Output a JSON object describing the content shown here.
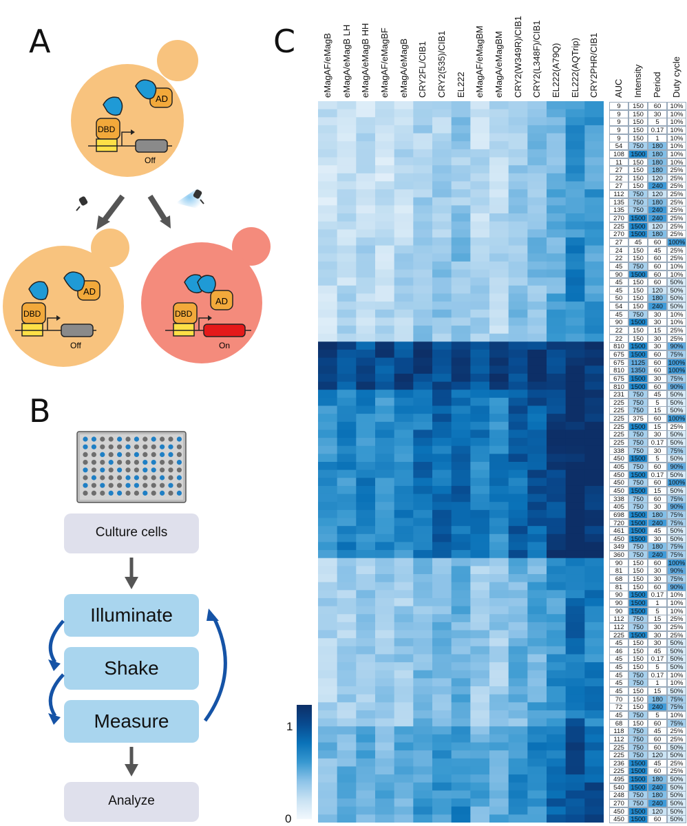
{
  "panels": {
    "a": "A",
    "b": "B",
    "c": "C"
  },
  "panel_a": {
    "ad_label": "AD",
    "dbd_label": "DBD",
    "off_label": "Off",
    "on_label": "On",
    "colors": {
      "yeast": "#f8c37e",
      "yeast_active": "#f48b7c",
      "protein": "#f2a93b",
      "light_domain": "#1f9ad6",
      "promoter": "#fde047",
      "gene_off": "#8a8a8a",
      "gene_on": "#e41a1a"
    }
  },
  "panel_b": {
    "steps": {
      "culture": "Culture cells",
      "illuminate": "Illuminate",
      "shake": "Shake",
      "measure": "Measure",
      "analyze": "Analyze"
    },
    "colors": {
      "grey_box": "#dfe0ec",
      "blue_box": "#a9d5ee",
      "arrow": "#1553a6"
    }
  },
  "panel_c": {
    "columns": [
      "eMagAF/eMagB",
      "eMagA/eMagB LH",
      "eMagA/eMagB HH",
      "eMagAF/eMagBF",
      "eMagA/eMagB",
      "CRY2FL/CIB1",
      "CRY2(535)/CIB1",
      "EL222",
      "eMagAF/eMagBM",
      "eMagA/eMagBM",
      "CRY2(W349R)/CIB1",
      "CRY2(L348F)/CIB1",
      "EL222(A79Q)",
      "EL222(AQTrip)",
      "CRY2PHR/CIB1"
    ],
    "param_headers": [
      "AUC",
      "Intensity",
      "Period",
      "Duty cycle"
    ],
    "rows": [
      [
        "9",
        "150",
        "60",
        "10%"
      ],
      [
        "9",
        "150",
        "30",
        "10%"
      ],
      [
        "9",
        "150",
        "5",
        "10%"
      ],
      [
        "9",
        "150",
        "0.17",
        "10%"
      ],
      [
        "9",
        "150",
        "1",
        "10%"
      ],
      [
        "54",
        "750",
        "180",
        "10%"
      ],
      [
        "108",
        "1500",
        "180",
        "10%"
      ],
      [
        "11",
        "150",
        "180",
        "10%"
      ],
      [
        "27",
        "150",
        "180",
        "25%"
      ],
      [
        "22",
        "150",
        "120",
        "25%"
      ],
      [
        "27",
        "150",
        "240",
        "25%"
      ],
      [
        "112",
        "750",
        "120",
        "25%"
      ],
      [
        "135",
        "750",
        "180",
        "25%"
      ],
      [
        "135",
        "750",
        "240",
        "25%"
      ],
      [
        "270",
        "1500",
        "240",
        "25%"
      ],
      [
        "225",
        "1500",
        "120",
        "25%"
      ],
      [
        "270",
        "1500",
        "180",
        "25%"
      ],
      [
        "27",
        "45",
        "60",
        "100%"
      ],
      [
        "24",
        "150",
        "45",
        "25%"
      ],
      [
        "22",
        "150",
        "60",
        "25%"
      ],
      [
        "45",
        "750",
        "60",
        "10%"
      ],
      [
        "90",
        "1500",
        "60",
        "10%"
      ],
      [
        "45",
        "150",
        "60",
        "50%"
      ],
      [
        "45",
        "150",
        "120",
        "50%"
      ],
      [
        "50",
        "150",
        "180",
        "50%"
      ],
      [
        "54",
        "150",
        "240",
        "50%"
      ],
      [
        "45",
        "750",
        "30",
        "10%"
      ],
      [
        "90",
        "1500",
        "30",
        "10%"
      ],
      [
        "22",
        "150",
        "15",
        "25%"
      ],
      [
        "22",
        "150",
        "30",
        "25%"
      ],
      [
        "810",
        "1500",
        "30",
        "90%"
      ],
      [
        "675",
        "1500",
        "60",
        "75%"
      ],
      [
        "675",
        "1125",
        "60",
        "100%"
      ],
      [
        "810",
        "1350",
        "60",
        "100%"
      ],
      [
        "675",
        "1500",
        "30",
        "75%"
      ],
      [
        "810",
        "1500",
        "60",
        "90%"
      ],
      [
        "231",
        "750",
        "45",
        "50%"
      ],
      [
        "225",
        "750",
        "5",
        "50%"
      ],
      [
        "225",
        "750",
        "15",
        "50%"
      ],
      [
        "225",
        "375",
        "60",
        "100%"
      ],
      [
        "225",
        "1500",
        "15",
        "25%"
      ],
      [
        "225",
        "750",
        "30",
        "50%"
      ],
      [
        "225",
        "750",
        "0.17",
        "50%"
      ],
      [
        "338",
        "750",
        "30",
        "75%"
      ],
      [
        "450",
        "1500",
        "5",
        "50%"
      ],
      [
        "405",
        "750",
        "60",
        "90%"
      ],
      [
        "450",
        "1500",
        "0.17",
        "50%"
      ],
      [
        "450",
        "750",
        "60",
        "100%"
      ],
      [
        "450",
        "1500",
        "15",
        "50%"
      ],
      [
        "338",
        "750",
        "60",
        "75%"
      ],
      [
        "405",
        "750",
        "30",
        "90%"
      ],
      [
        "698",
        "1500",
        "180",
        "75%"
      ],
      [
        "720",
        "1500",
        "240",
        "75%"
      ],
      [
        "461",
        "1500",
        "45",
        "50%"
      ],
      [
        "450",
        "1500",
        "30",
        "50%"
      ],
      [
        "349",
        "750",
        "180",
        "75%"
      ],
      [
        "360",
        "750",
        "240",
        "75%"
      ],
      [
        "90",
        "150",
        "60",
        "100%"
      ],
      [
        "81",
        "150",
        "30",
        "90%"
      ],
      [
        "68",
        "150",
        "30",
        "75%"
      ],
      [
        "81",
        "150",
        "60",
        "90%"
      ],
      [
        "90",
        "1500",
        "0.17",
        "10%"
      ],
      [
        "90",
        "1500",
        "1",
        "10%"
      ],
      [
        "90",
        "1500",
        "5",
        "10%"
      ],
      [
        "112",
        "750",
        "15",
        "25%"
      ],
      [
        "112",
        "750",
        "30",
        "25%"
      ],
      [
        "225",
        "1500",
        "30",
        "25%"
      ],
      [
        "45",
        "150",
        "30",
        "50%"
      ],
      [
        "46",
        "150",
        "45",
        "50%"
      ],
      [
        "45",
        "150",
        "0.17",
        "50%"
      ],
      [
        "45",
        "150",
        "5",
        "50%"
      ],
      [
        "45",
        "750",
        "0.17",
        "10%"
      ],
      [
        "45",
        "750",
        "1",
        "10%"
      ],
      [
        "45",
        "150",
        "15",
        "50%"
      ],
      [
        "70",
        "150",
        "180",
        "75%"
      ],
      [
        "72",
        "150",
        "240",
        "75%"
      ],
      [
        "45",
        "750",
        "5",
        "10%"
      ],
      [
        "68",
        "150",
        "60",
        "75%"
      ],
      [
        "118",
        "750",
        "45",
        "25%"
      ],
      [
        "112",
        "750",
        "60",
        "25%"
      ],
      [
        "225",
        "750",
        "60",
        "50%"
      ],
      [
        "225",
        "750",
        "120",
        "50%"
      ],
      [
        "236",
        "1500",
        "45",
        "25%"
      ],
      [
        "225",
        "1500",
        "60",
        "25%"
      ],
      [
        "495",
        "1500",
        "180",
        "50%"
      ],
      [
        "540",
        "1500",
        "240",
        "50%"
      ],
      [
        "248",
        "750",
        "180",
        "50%"
      ],
      [
        "270",
        "750",
        "240",
        "50%"
      ],
      [
        "450",
        "1500",
        "120",
        "50%"
      ],
      [
        "450",
        "1500",
        "60",
        "50%"
      ]
    ],
    "colorbar": {
      "tick_top": "1",
      "tick_bottom": "0",
      "min": 0,
      "max": 1.2
    },
    "colors": {
      "low": "#f2f8fd",
      "mid": "#3798d0",
      "high": "#0d2f67"
    }
  }
}
